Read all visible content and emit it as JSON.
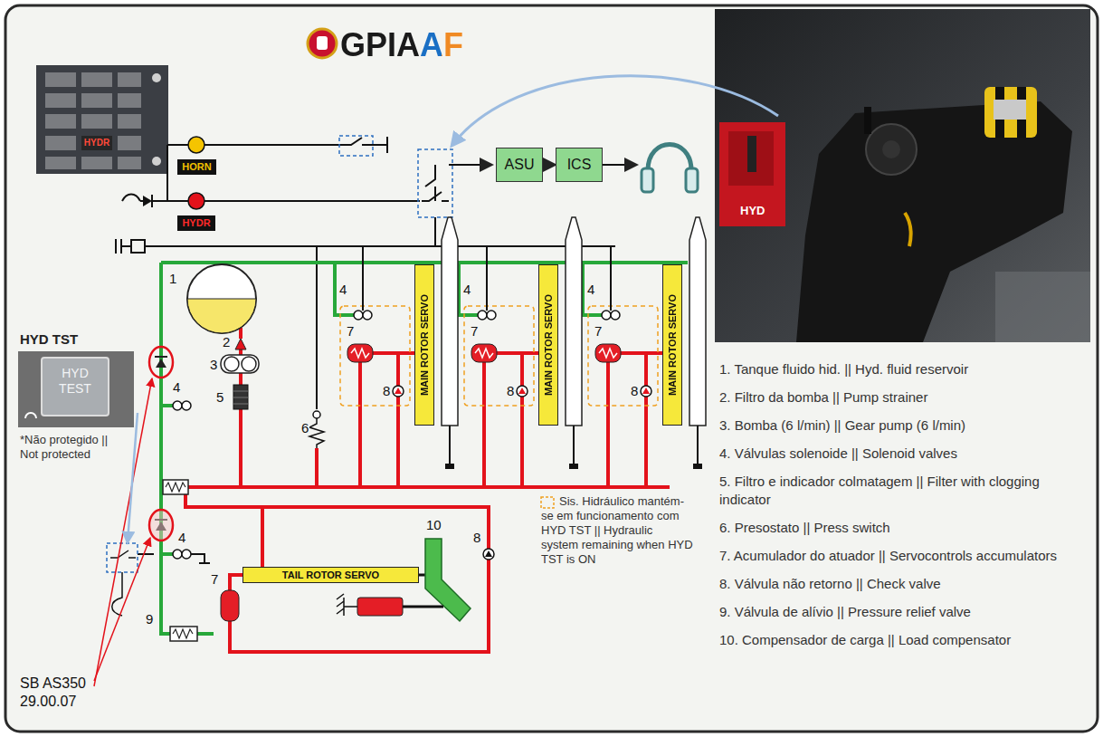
{
  "diagram": {
    "nodes": [
      {
        "text": [
          "HORN"
        ]
      },
      {
        "text": [
          "HYDR"
        ]
      },
      {
        "text": [
          "ASU"
        ]
      },
      {
        "text": [
          "ICS"
        ]
      },
      {
        "text": [
          "MAIN ROTOR SERVO"
        ]
      },
      {
        "text": [
          "MAIN ROTOR SERVO"
        ]
      },
      {
        "text": [
          "MAIN ROTOR SERVO"
        ]
      },
      {
        "text": [
          "TAIL ROTOR SERVO"
        ]
      }
    ],
    "edges": [
      {
        "from": 2,
        "to": 3,
        "arrow": "to"
      }
    ],
    "labels": [
      "GPIAAF",
      "HYDR",
      "HYD",
      "HYD TST",
      "HYD TEST",
      "*Não protegido || Not protected",
      "SB AS350 29.00.07",
      "1",
      "2",
      "3",
      "5",
      "6",
      "4",
      "7",
      "8",
      "4",
      "7",
      "8",
      "4",
      "7",
      "8",
      "4",
      "4",
      "7",
      "8",
      "9",
      "10",
      "1. Tanque fluido hid. || Hyd. fluid reservoir",
      "2. Filtro da bomba || Pump strainer",
      "3. Bomba (6 l/min) || Gear pump (6 l/min)",
      "4. Válvulas solenoide || Solenoid valves",
      "5. Filtro e indicador colmatagem || Filter with clogging indicator",
      "6. Presostato || Press switch",
      "7. Acumulador do atuador || Servocontrols accumulators",
      "8. Válvula não retorno || Check valve",
      "9. Válvula de alívio || Pressure relief valve",
      "10. Compensador de carga || Load compensator"
    ],
    "legend": [
      {
        "text": "Sis. Hidráulico mantém-se em funcionamento com HYD TST || Hydraulic system remaining when HYD TST is ON"
      }
    ]
  }
}
